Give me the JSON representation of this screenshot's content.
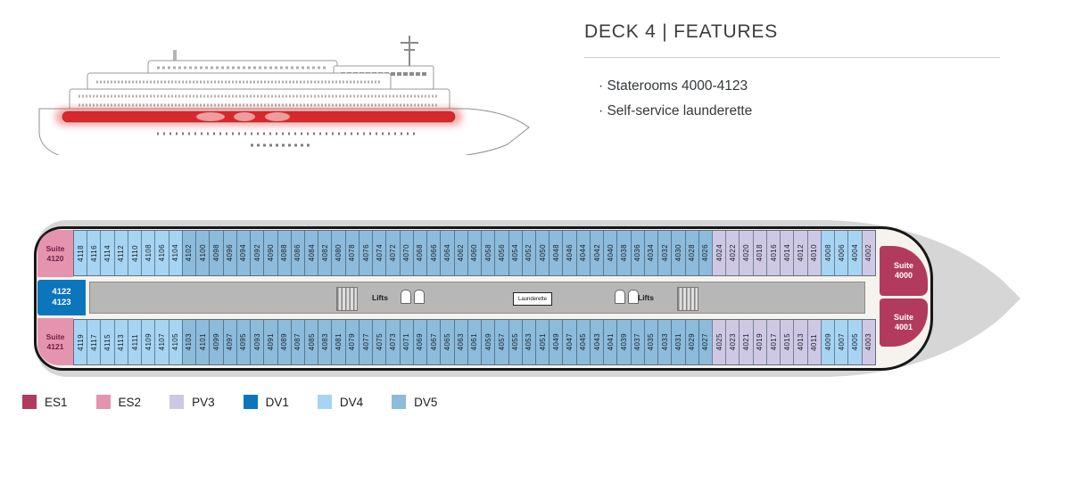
{
  "header": {
    "title": "DECK 4 | FEATURES",
    "features": [
      "· Staterooms 4000-4123",
      "· Self-service launderette"
    ]
  },
  "ship_illustration": {
    "deck_highlight_color": "#d8282d"
  },
  "deck_plan": {
    "suite_4120": {
      "line1": "Suite",
      "line2": "4120",
      "category": "ES2"
    },
    "suite_4121": {
      "line1": "Suite",
      "line2": "4121",
      "category": "ES2"
    },
    "cabin_4122_4123": {
      "line1": "4122",
      "line2": "4123",
      "category": "DV1"
    },
    "suite_4000": {
      "line1": "Suite",
      "line2": "4000",
      "category": "ES1"
    },
    "suite_4001": {
      "line1": "Suite",
      "line2": "4001",
      "category": "ES1"
    },
    "corridor": {
      "lifts_label": "Lifts",
      "launderette_label": "Launderette"
    },
    "top_row": [
      [
        "4118",
        "DV4"
      ],
      [
        "4116",
        "DV4"
      ],
      [
        "4114",
        "DV4"
      ],
      [
        "4112",
        "DV4"
      ],
      [
        "4110",
        "DV4"
      ],
      [
        "4108",
        "DV4"
      ],
      [
        "4106",
        "DV4"
      ],
      [
        "4104",
        "DV4"
      ],
      [
        "4102",
        "DV5"
      ],
      [
        "4100",
        "DV5"
      ],
      [
        "4098",
        "DV5"
      ],
      [
        "4096",
        "DV5"
      ],
      [
        "4094",
        "DV5"
      ],
      [
        "4092",
        "DV5"
      ],
      [
        "4090",
        "DV5"
      ],
      [
        "4088",
        "DV5"
      ],
      [
        "4086",
        "DV5"
      ],
      [
        "4084",
        "DV5"
      ],
      [
        "4082",
        "DV5"
      ],
      [
        "4080",
        "DV5"
      ],
      [
        "4078",
        "DV5"
      ],
      [
        "4076",
        "DV5"
      ],
      [
        "4074",
        "DV5"
      ],
      [
        "4072",
        "DV5"
      ],
      [
        "4070",
        "DV5"
      ],
      [
        "4068",
        "DV5"
      ],
      [
        "4066",
        "DV5"
      ],
      [
        "4064",
        "DV5"
      ],
      [
        "4062",
        "DV5"
      ],
      [
        "4060",
        "DV5"
      ],
      [
        "4058",
        "DV5"
      ],
      [
        "4056",
        "DV5"
      ],
      [
        "4054",
        "DV5"
      ],
      [
        "4052",
        "DV5"
      ],
      [
        "4050",
        "DV5"
      ],
      [
        "4048",
        "DV5"
      ],
      [
        "4046",
        "DV5"
      ],
      [
        "4044",
        "DV5"
      ],
      [
        "4042",
        "DV5"
      ],
      [
        "4040",
        "DV5"
      ],
      [
        "4038",
        "DV5"
      ],
      [
        "4036",
        "DV5"
      ],
      [
        "4034",
        "DV5"
      ],
      [
        "4032",
        "DV5"
      ],
      [
        "4030",
        "DV5"
      ],
      [
        "4028",
        "DV5"
      ],
      [
        "4026",
        "DV5"
      ],
      [
        "4024",
        "PV3"
      ],
      [
        "4022",
        "PV3"
      ],
      [
        "4020",
        "PV3"
      ],
      [
        "4018",
        "PV3"
      ],
      [
        "4016",
        "PV3"
      ],
      [
        "4014",
        "PV3"
      ],
      [
        "4012",
        "PV3"
      ],
      [
        "4010",
        "PV3"
      ],
      [
        "4008",
        "DV4"
      ],
      [
        "4006",
        "DV4"
      ],
      [
        "4004",
        "DV4"
      ],
      [
        "4002",
        "PV3"
      ]
    ],
    "bottom_row": [
      [
        "4119",
        "DV4"
      ],
      [
        "4117",
        "DV4"
      ],
      [
        "4115",
        "DV4"
      ],
      [
        "4113",
        "DV4"
      ],
      [
        "4111",
        "DV4"
      ],
      [
        "4109",
        "DV4"
      ],
      [
        "4107",
        "DV4"
      ],
      [
        "4105",
        "DV4"
      ],
      [
        "4103",
        "DV5"
      ],
      [
        "4101",
        "DV5"
      ],
      [
        "4099",
        "DV5"
      ],
      [
        "4097",
        "DV5"
      ],
      [
        "4095",
        "DV5"
      ],
      [
        "4093",
        "DV5"
      ],
      [
        "4091",
        "DV5"
      ],
      [
        "4089",
        "DV5"
      ],
      [
        "4087",
        "DV5"
      ],
      [
        "4085",
        "DV5"
      ],
      [
        "4083",
        "DV5"
      ],
      [
        "4081",
        "DV5"
      ],
      [
        "4079",
        "DV5"
      ],
      [
        "4077",
        "DV5"
      ],
      [
        "4075",
        "DV5"
      ],
      [
        "4073",
        "DV5"
      ],
      [
        "4071",
        "DV5"
      ],
      [
        "4069",
        "DV5"
      ],
      [
        "4067",
        "DV5"
      ],
      [
        "4065",
        "DV5"
      ],
      [
        "4063",
        "DV5"
      ],
      [
        "4061",
        "DV5"
      ],
      [
        "4059",
        "DV5"
      ],
      [
        "4057",
        "DV5"
      ],
      [
        "4055",
        "DV5"
      ],
      [
        "4053",
        "DV5"
      ],
      [
        "4051",
        "DV5"
      ],
      [
        "4049",
        "DV5"
      ],
      [
        "4047",
        "DV5"
      ],
      [
        "4045",
        "DV5"
      ],
      [
        "4043",
        "DV5"
      ],
      [
        "4041",
        "DV5"
      ],
      [
        "4039",
        "DV5"
      ],
      [
        "4037",
        "DV5"
      ],
      [
        "4035",
        "DV5"
      ],
      [
        "4033",
        "DV5"
      ],
      [
        "4031",
        "DV5"
      ],
      [
        "4029",
        "DV5"
      ],
      [
        "4027",
        "DV5"
      ],
      [
        "4025",
        "PV3"
      ],
      [
        "4023",
        "PV3"
      ],
      [
        "4021",
        "PV3"
      ],
      [
        "4019",
        "PV3"
      ],
      [
        "4017",
        "PV3"
      ],
      [
        "4015",
        "PV3"
      ],
      [
        "4013",
        "PV3"
      ],
      [
        "4011",
        "PV3"
      ],
      [
        "4009",
        "DV4"
      ],
      [
        "4007",
        "DV4"
      ],
      [
        "4005",
        "DV4"
      ],
      [
        "4003",
        "PV3"
      ]
    ]
  },
  "legend": [
    {
      "code": "ES1",
      "color": "#b23a5e"
    },
    {
      "code": "ES2",
      "color": "#e494ae"
    },
    {
      "code": "PV3",
      "color": "#cfc8e4"
    },
    {
      "code": "DV1",
      "color": "#0b76bc"
    },
    {
      "code": "DV4",
      "color": "#a6d4f2"
    },
    {
      "code": "DV5",
      "color": "#8cbbdb"
    }
  ]
}
